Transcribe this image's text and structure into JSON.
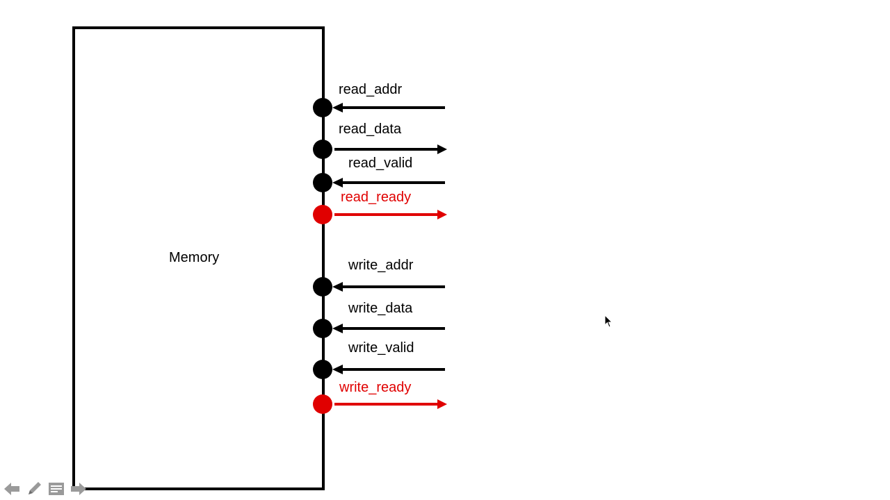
{
  "diagram": {
    "block_label": "Memory",
    "signals": [
      {
        "name": "read_addr",
        "direction": "in",
        "color": "#000000"
      },
      {
        "name": "read_data",
        "direction": "out",
        "color": "#000000"
      },
      {
        "name": "read_valid",
        "direction": "in",
        "color": "#000000"
      },
      {
        "name": "read_ready",
        "direction": "out",
        "color": "#e00000"
      },
      {
        "name": "write_addr",
        "direction": "in",
        "color": "#000000"
      },
      {
        "name": "write_data",
        "direction": "in",
        "color": "#000000"
      },
      {
        "name": "write_valid",
        "direction": "in",
        "color": "#000000"
      },
      {
        "name": "write_ready",
        "direction": "out",
        "color": "#e00000"
      }
    ]
  },
  "controls": {
    "icons": [
      "previous-icon",
      "pen-icon",
      "menu-icon",
      "next-icon"
    ]
  }
}
